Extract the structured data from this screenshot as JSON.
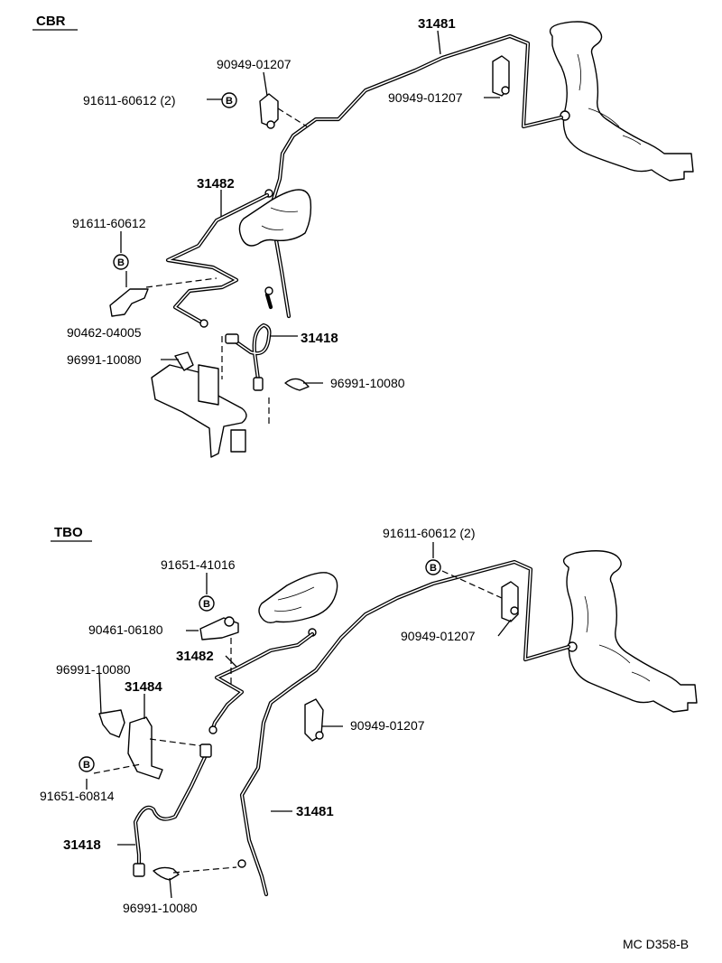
{
  "sections": {
    "cbr": "CBR",
    "tbo": "TBO"
  },
  "top": {
    "pipe_31481": "31481",
    "pipe_31482": "31482",
    "hose_31418": "31418",
    "clamp_upper": "90949-01207",
    "clamp_right": "90949-01207",
    "bolt_upper": "91611-60612 (2)",
    "bolt_left": "91611-60612",
    "bracket": "90462-04005",
    "clip_left": "96991-10080",
    "clip_right": "96991-10080"
  },
  "bottom": {
    "bolt_top": "91611-60612 (2)",
    "bolt_clamp": "91651-41016",
    "clamp_small": "90461-06180",
    "pipe_31482": "31482",
    "clip_upper": "96991-10080",
    "bracket_31484": "31484",
    "clamp_right": "90949-01207",
    "clamp_mid": "90949-01207",
    "bolt_bracket": "91651-60814",
    "pipe_31481": "31481",
    "hose_31418": "31418",
    "clip_lower": "96991-10080"
  },
  "bolt_mark": "B",
  "diagram_code": "MC D358-B"
}
